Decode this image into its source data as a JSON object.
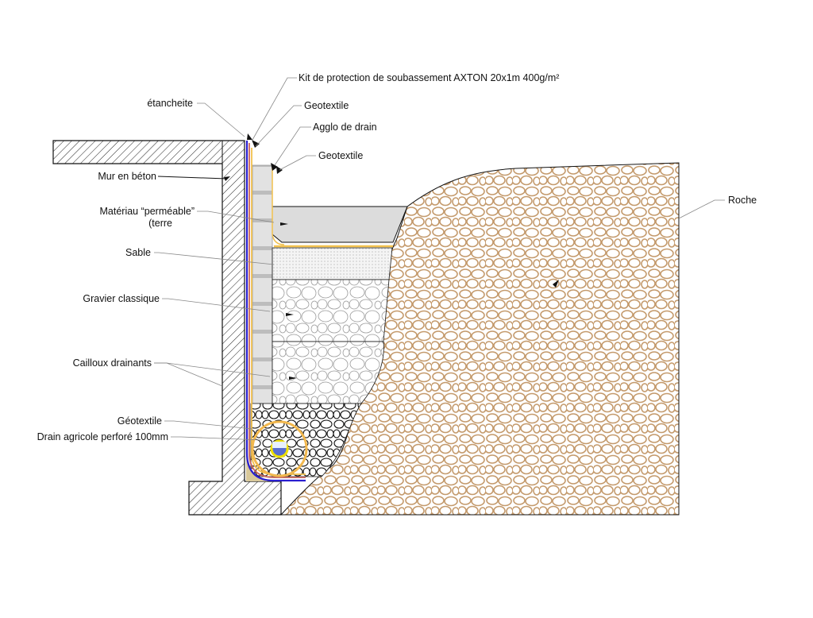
{
  "labels": {
    "kit": "Kit de protection de soubassement AXTON 20x1m 400g/m²",
    "geotextile_top": "Geotextile",
    "agglo": "Agglo de drain",
    "geotextile_2": "Geotextile",
    "roche": "Roche",
    "etancheite": "étancheite",
    "mur": "Mur en béton",
    "materiau": "Matériau “perméable”",
    "terre": "(terre",
    "sable": "Sable",
    "gravier": "Gravier classique",
    "cailloux": "Cailloux drainants",
    "geotextile_bottom": "Géotextile",
    "drain": "Drain agricole perforé 100mm"
  },
  "colors": {
    "rock": "#c49a6c",
    "membrane_blue": "#2a1fd0",
    "membrane_red": "#c8645a",
    "geotextile_yellow": "#f2c14e",
    "fill_gray": "#dcdcdc"
  }
}
